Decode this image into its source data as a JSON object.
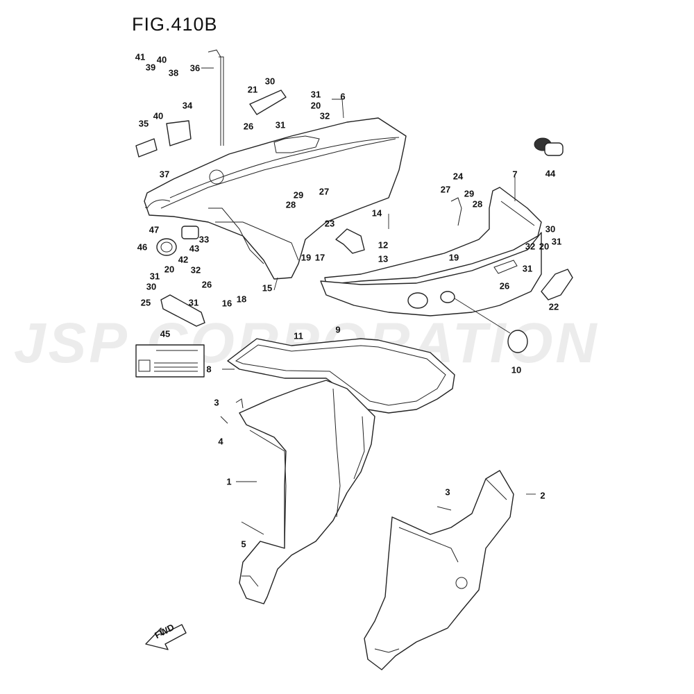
{
  "title": "FIG.410B",
  "watermark": "JSP CORPORATION",
  "fwd_label": "FWD",
  "callouts": {
    "c41": "41",
    "c39": "39",
    "c40a": "40",
    "c38": "38",
    "c40b": "40",
    "c34": "34",
    "c35": "35",
    "c37": "37",
    "c36": "36",
    "c30a": "30",
    "c21": "21",
    "c31a": "31",
    "c20a": "20",
    "c26a": "26",
    "c31b": "31",
    "c32a": "32",
    "c6": "6",
    "c44": "44",
    "c24": "24",
    "c7": "7",
    "c27a": "27",
    "c29a": "29",
    "c28a": "28",
    "c29b": "29",
    "c27b": "27",
    "c28b": "28",
    "c23": "23",
    "c14": "14",
    "c12": "12",
    "c13": "13",
    "c47": "47",
    "c33": "33",
    "c46": "46",
    "c43": "43",
    "c42": "42",
    "c32b": "32",
    "c19a": "19",
    "c17": "17",
    "c19b": "19",
    "c30b": "30",
    "c32c": "32",
    "c20b": "20",
    "c31c": "31",
    "c31d": "31",
    "c26b": "26",
    "c22": "22",
    "c31e": "31",
    "c20c": "20",
    "c30c": "30",
    "c26c": "26",
    "c16": "16",
    "c18": "18",
    "c15": "15",
    "c25": "25",
    "c31f": "31",
    "c45": "45",
    "c11": "11",
    "c9": "9",
    "c10": "10",
    "c8": "8",
    "c3a": "3",
    "c4": "4",
    "c1": "1",
    "c5": "5",
    "c3b": "3",
    "c2": "2"
  }
}
